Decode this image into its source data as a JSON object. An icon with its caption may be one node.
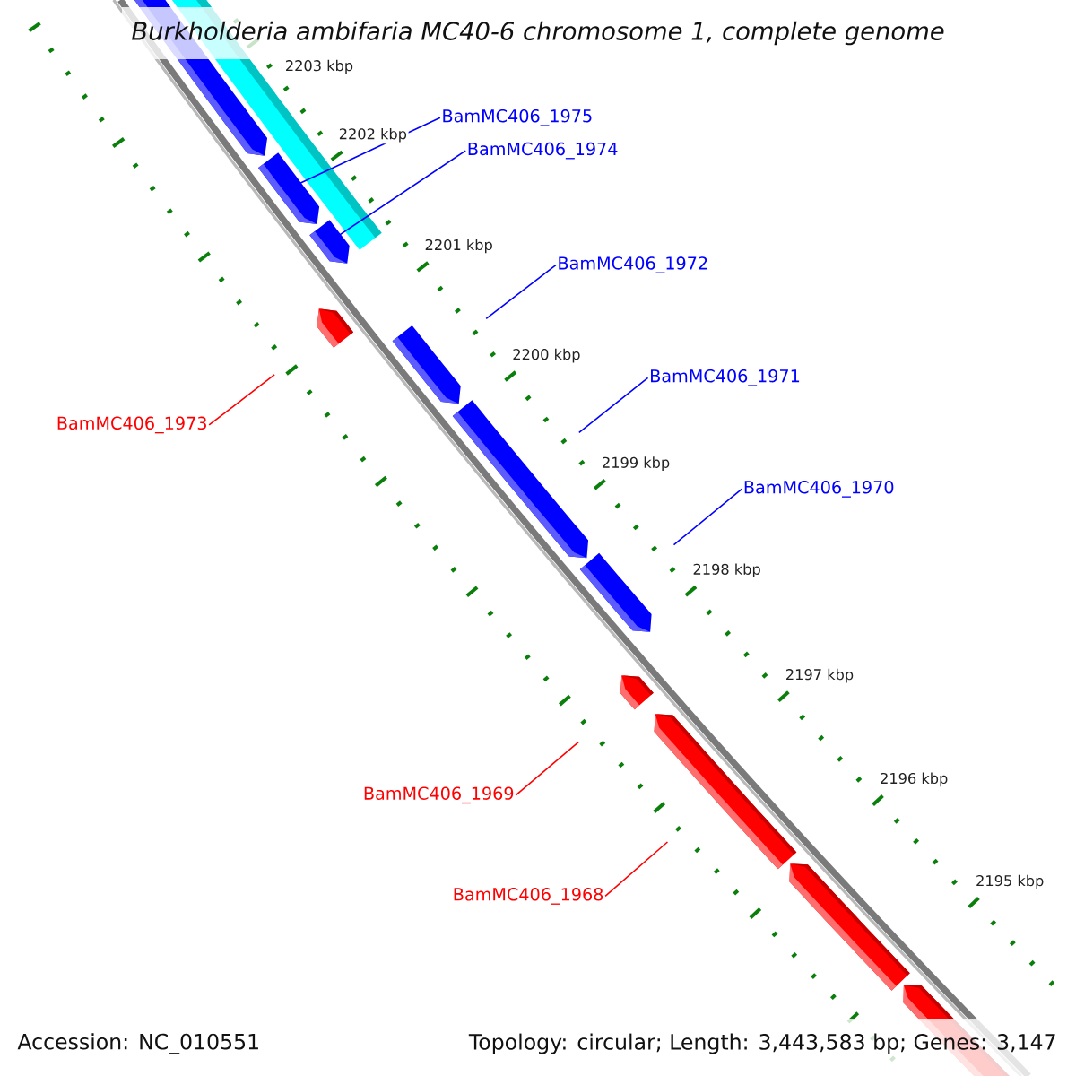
{
  "diagram": {
    "title": "Burkholderia ambifaria MC40-6 chromosome 1, complete genome",
    "nodes": [
      {
        "text": [
          "BamMC406_1975"
        ]
      },
      {
        "text": [
          "BamMC406_1974"
        ]
      },
      {
        "text": [
          "BamMC406_1972"
        ]
      },
      {
        "text": [
          "BamMC406_1971"
        ]
      },
      {
        "text": [
          "BamMC406_1973"
        ]
      },
      {
        "text": [
          "BamMC406_1970"
        ]
      },
      {
        "text": [
          "BamMC406_1969"
        ]
      },
      {
        "text": [
          "BamMC406_1968"
        ]
      },
      {
        "text": [],
        "shape": "arrow"
      },
      {
        "text": [],
        "shape": "bar"
      },
      {
        "text": [],
        "shape": "arrow"
      },
      {
        "text": [],
        "shape": "arrow"
      },
      {
        "text": [],
        "shape": "arrow"
      },
      {
        "text": [],
        "shape": "arrow"
      },
      {
        "text": [],
        "shape": "arrow"
      },
      {
        "text": [],
        "shape": "arrow"
      },
      {
        "text": [],
        "shape": "arrow"
      },
      {
        "text": [],
        "shape": "arrow"
      },
      {
        "text": [],
        "shape": "arrow"
      },
      {
        "text": [],
        "shape": "arrow"
      }
    ],
    "edges": [
      {
        "from": 0,
        "to": 10,
        "arrow": "none"
      },
      {
        "from": 1,
        "to": 11,
        "arrow": "none"
      },
      {
        "from": 2,
        "to": 13,
        "arrow": "none"
      },
      {
        "from": 3,
        "to": 14,
        "arrow": "none"
      },
      {
        "from": 4,
        "to": 12,
        "arrow": "none",
        "color": "#ff0000"
      },
      {
        "from": 5,
        "to": 15,
        "arrow": "none"
      },
      {
        "from": 6,
        "to": 16,
        "arrow": "none",
        "color": "#ff0000"
      },
      {
        "from": 7,
        "to": 17,
        "arrow": "none",
        "color": "#ff0000"
      }
    ],
    "labels": [
      "2203 kbp",
      "2202 kbp",
      "2201 kbp",
      "2200 kbp",
      "2199 kbp",
      "2198 kbp",
      "2197 kbp",
      "2196 kbp",
      "2195 kbp",
      "Accession: NC_010551",
      "Topology: circular; Length: 3,443,583 bp; Genes: 3,147"
    ]
  }
}
